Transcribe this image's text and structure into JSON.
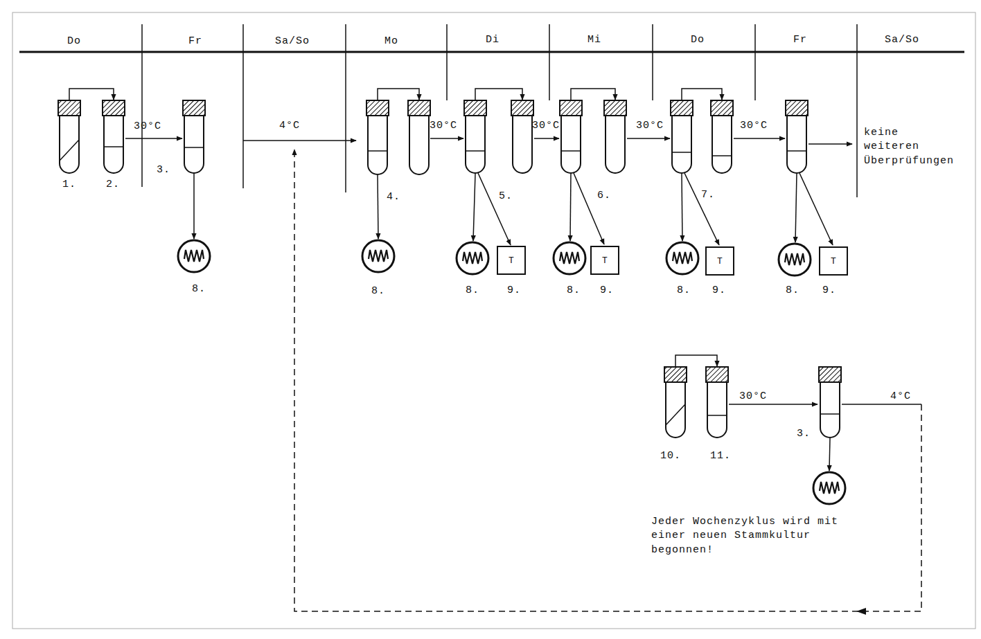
{
  "diagram": {
    "nodes": [
      {
        "text": [
          "T"
        ]
      },
      {
        "text": [
          "T"
        ]
      },
      {
        "text": [
          "T"
        ]
      },
      {
        "text": [
          "T"
        ]
      }
    ],
    "labels": [
      "Do",
      "Fr",
      "Sa/So",
      "Mo",
      "Di",
      "Mi",
      "Do",
      "Fr",
      "Sa/So",
      "30°C",
      "1.",
      "2.",
      "3.",
      "4°C",
      "8.",
      "4.",
      "30°C",
      "5.",
      "30°C",
      "6.",
      "30°C",
      "7.",
      "30°C",
      "keine weiteren Überprüfungen",
      "8.",
      "8.",
      "9.",
      "8.",
      "9.",
      "8.",
      "9.",
      "8.",
      "9.",
      "30°C",
      "4°C",
      "10.",
      "11.",
      "3.",
      "Jeder Wochenzyklus wird mit einer neuen Stammkultur begonnen!"
    ]
  }
}
